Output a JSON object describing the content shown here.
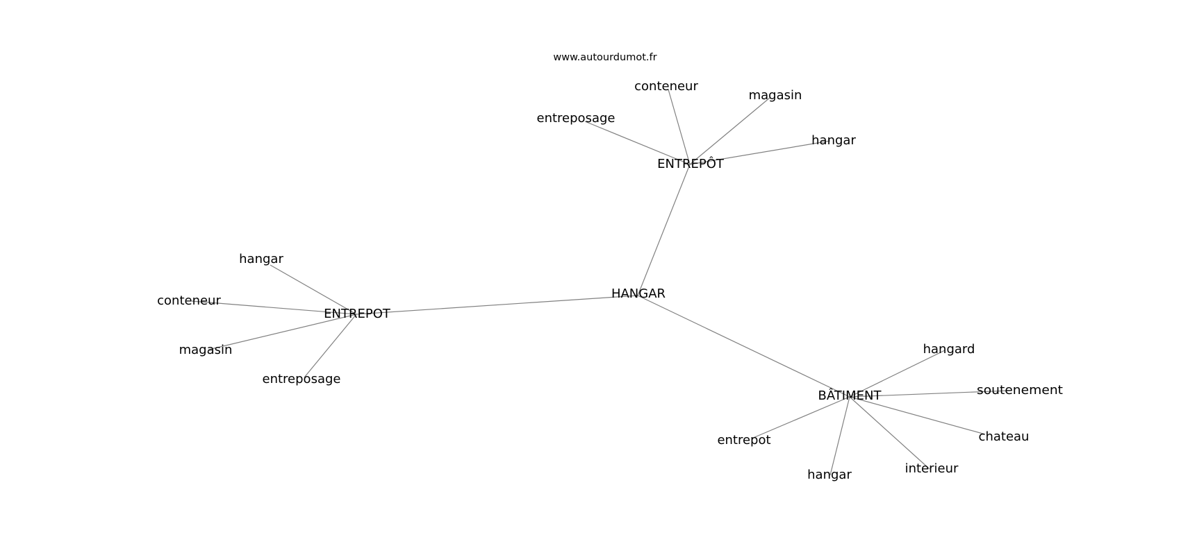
{
  "site_label": "www.autourdumot.fr",
  "center": "HANGAR",
  "groups": [
    {
      "hub": "ENTREPÔT",
      "leaves": [
        "conteneur",
        "magasin",
        "entreposage",
        "hangar"
      ]
    },
    {
      "hub": "ENTREPOT",
      "leaves": [
        "hangar",
        "conteneur",
        "magasin",
        "entreposage"
      ]
    },
    {
      "hub": "BÂTIMENT",
      "leaves": [
        "hangard",
        "soutenement",
        "chateau",
        "interieur",
        "hangar",
        "entrepot"
      ]
    }
  ]
}
